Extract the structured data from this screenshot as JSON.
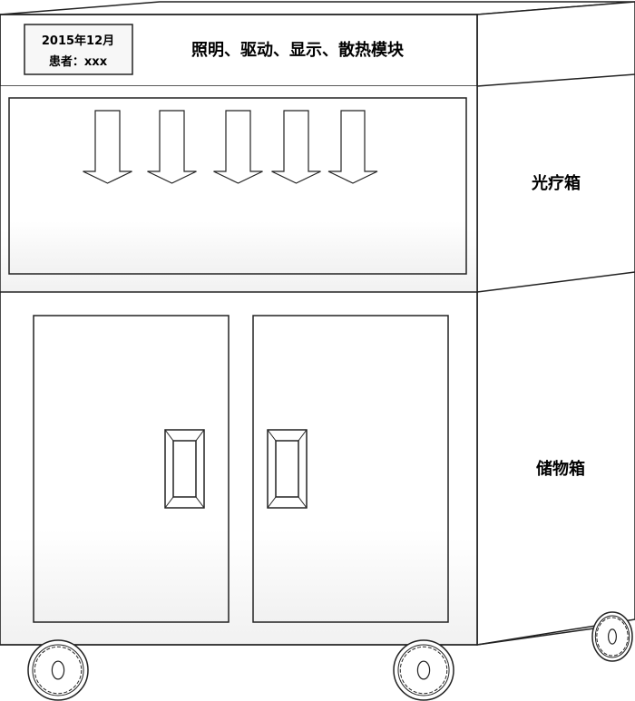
{
  "header": {
    "label_date": "2015年12月",
    "label_patient": "患者：xxx",
    "module_title": "照明、驱动、显示、散热模块"
  },
  "sections": {
    "phototherapy_box": "光疗箱",
    "storage_box": "储物箱"
  },
  "colors": {
    "stroke": "#222222",
    "background": "#ffffff"
  }
}
